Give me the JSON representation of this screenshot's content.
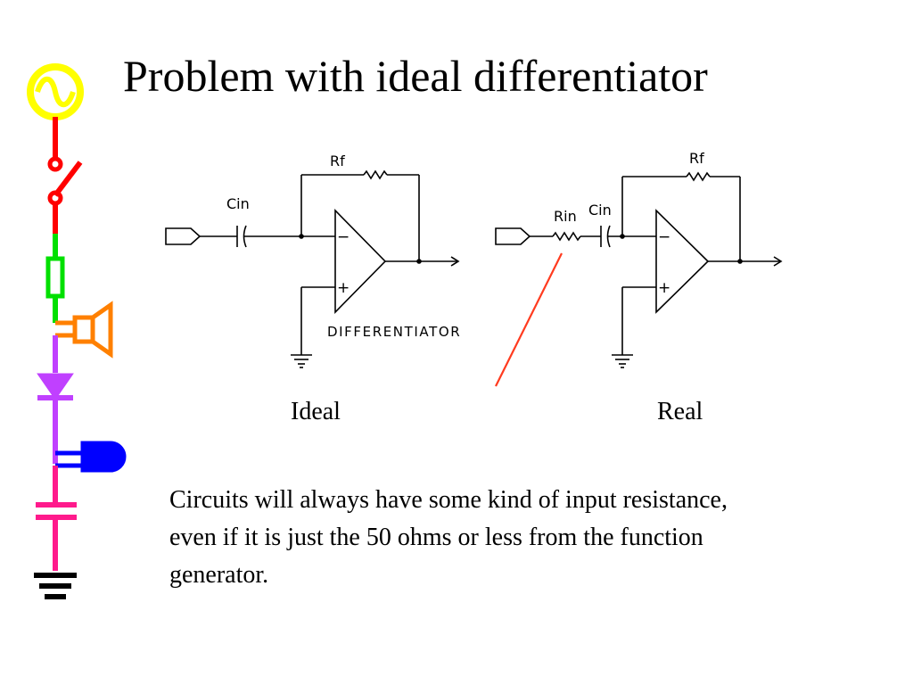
{
  "title": "Problem with ideal differentiator",
  "diagram": {
    "ideal": {
      "caption": "Ideal",
      "label_cin": "Cin",
      "label_rf": "Rf",
      "label_minus": "−",
      "label_plus": "+",
      "label_name": "DIFFERENTIATOR"
    },
    "real": {
      "caption": "Real",
      "label_rin": "Rin",
      "label_cin": "Cin",
      "label_rf": "Rf",
      "label_minus": "−",
      "label_plus": "+"
    }
  },
  "body": {
    "line1": "Circuits will always have some kind of input resistance,",
    "line2": "even if it is just the 50 ohms or less from the function",
    "line3": "generator."
  },
  "colors": {
    "yellow": "#ffff00",
    "red": "#ff0000",
    "green": "#00e000",
    "orange": "#ff8000",
    "purple": "#c040ff",
    "blue": "#0000ff",
    "pink": "#ff1a8c",
    "black": "#000000",
    "arrow": "#ff3b1f"
  }
}
